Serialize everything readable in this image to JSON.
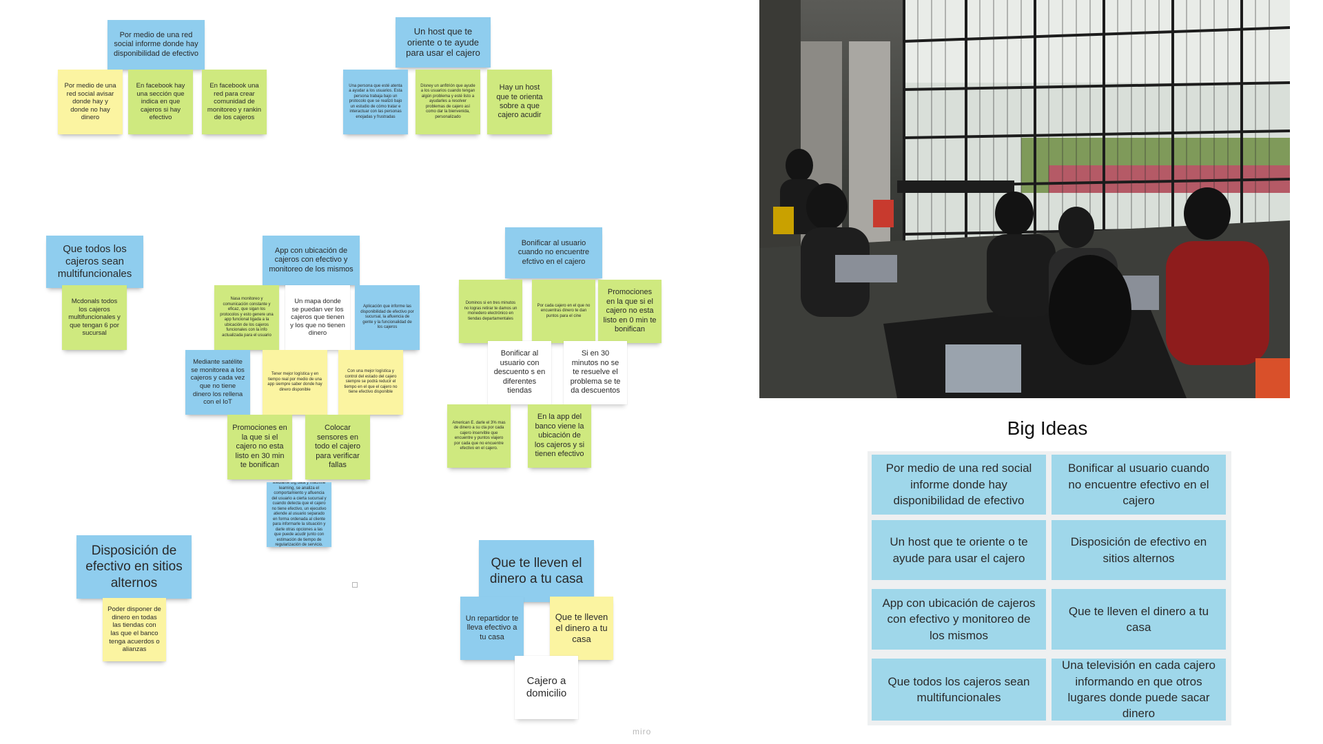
{
  "board": {
    "notes": [
      {
        "id": "n1",
        "text": "Por  medio de una red social informe donde hay disponibilidad de efectivo"
      },
      {
        "id": "n2",
        "text": "Por medio de una red social avisar donde hay y donde no hay dinero"
      },
      {
        "id": "n3",
        "text": "En facebook hay una sección que indica en que cajeros si hay efectivo"
      },
      {
        "id": "n4",
        "text": "En facebook una red para crear comunidad de monitoreo y rankin de los cajeros"
      },
      {
        "id": "n5",
        "text": "Un host que te oriente o te ayude para usar el cajero"
      },
      {
        "id": "n6",
        "text": "Una persona que esté atenta a ayudar a los usuarios. Esta persona trabaja bajo un protocolo que se realizó bajo un estudio de cómo tratar e interactuar con las personas enojadas y frustradas"
      },
      {
        "id": "n7",
        "text": "Disney un anfitrión que ayude a los usuarios cuando tengan algún problema y esté listo a ayudarles a resolver problemas de cajero así como dar la bienvenida, personalizado"
      },
      {
        "id": "n8",
        "text": "Hay un host que te orienta sobre a que cajero acudir"
      },
      {
        "id": "n9",
        "text": "Que todos los cajeros sean multifuncionales"
      },
      {
        "id": "n10",
        "text": "Mcdonals todos los cajeros multifuncionales y que tengan 6 por sucursal"
      },
      {
        "id": "n11",
        "text": "App con ubicación de cajeros con efectivo y monitoreo de los mismos"
      },
      {
        "id": "n12",
        "text": "Nasa monitoreo y comunicación constante y eficaz, que sigan los protocolos y esto genere una app funcional ligada a la ubicación de los cajeros funcionales con la info actualizada para el usuario"
      },
      {
        "id": "n13",
        "text": "Un mapa donde se puedan ver los cajeros que tienen y los que no tienen dinero"
      },
      {
        "id": "n14",
        "text": "Aplicación que informe las disponibilidad de efectivo por sucursal, la afluencia de gente y la funcionalidad de los cajeros"
      },
      {
        "id": "n15",
        "text": "Mediante satélite se monitorea a los cajeros y cada vez que no tiene dinero los rellena con el IoT"
      },
      {
        "id": "n16",
        "text": "Tener mejor logística y en tiempo real por medio de una app siempre saber donde hay dinero disponible"
      },
      {
        "id": "n17",
        "text": "Con una mejor logística y control del estado del cajero siempre se podrá reducir el tiempo en el que el cajero no tiene efectivo disponible"
      },
      {
        "id": "n18",
        "text": "Promociones en la que si el cajero no esta listo en 30 min te bonifican"
      },
      {
        "id": "n19",
        "text": "Colocar sensores en todo el cajero para verificar fallas"
      },
      {
        "id": "n20",
        "text": "Mediante big data y machine learning, se analiza el comportamiento y afluencia del usuario a cierta sucursal y cuando detecta que el cajero no tiene efectivo, un ejecutivo atiende al usuario separado en forma ordenada al cliente para informarle la situación y darle otras opciones a las que puede acudir junto con estimación de tiempo de regularización de servicio."
      },
      {
        "id": "n21",
        "text": "Bonificar al usuario cuando no encuentre efctivo en el cajero"
      },
      {
        "id": "n22",
        "text": "Dominos si en tres minutos no logras retirar te damos un monedero electrónico en tiendas departamentales"
      },
      {
        "id": "n23",
        "text": "Por cada cajero en el que no encuentras dinero te dan puntos para el cine"
      },
      {
        "id": "n24",
        "text": "Promociones en la que si el cajero no esta listo en 0 min te bonifican"
      },
      {
        "id": "n25",
        "text": "Bonificar al usuario con descuento s en diferentes tiendas"
      },
      {
        "id": "n26",
        "text": "Si en 30 minutos no se te resuelve el problema se te da descuentos"
      },
      {
        "id": "n27",
        "text": "American E. darle el 3% mas de dinero a su cta por cada cajero inservible que encuentre y puntos viajero por cada que no encuentre efectivo en el cajero."
      },
      {
        "id": "n28",
        "text": "En la app del banco viene la ubicación de los cajeros y si tienen efectivo"
      },
      {
        "id": "n29",
        "text": "Disposición de efectivo en sitios alternos"
      },
      {
        "id": "n30",
        "text": "Poder disponer de dinero en todas las tiendas con las que el banco tenga acuerdos o alianzas"
      },
      {
        "id": "n31",
        "text": "Que te lleven el dinero a tu casa"
      },
      {
        "id": "n32",
        "text": "Un repartidor te lleva efectivo a tu casa"
      },
      {
        "id": "n33",
        "text": "Que te lleven el dinero a tu casa"
      },
      {
        "id": "n34",
        "text": "Cajero a domicilio"
      }
    ],
    "watermark": "miro"
  },
  "photo": {
    "description_icon": "team-workshop-photo"
  },
  "big_ideas": {
    "title": "Big Ideas",
    "cards": [
      "Por  medio de una red social informe donde hay disponibilidad de efectivo",
      "Bonificar al usuario cuando no encuentre efectivo en el cajero",
      "Un host que te oriente o te ayude para usar el cajero",
      "Disposición de efectivo en sitios alternos",
      "App con ubicación de cajeros con efectivo y monitoreo de los mismos",
      "Que te lleven el dinero a tu casa",
      "Que todos los cajeros sean multifuncionales",
      "Una televisión en cada cajero informando en que otros lugares donde puede sacar dinero"
    ]
  },
  "colors": {
    "note_blue": "#8fcdee",
    "note_yellow": "#fbf4a1",
    "note_green": "#cfe97f",
    "card_blue": "#9fd7ea"
  }
}
